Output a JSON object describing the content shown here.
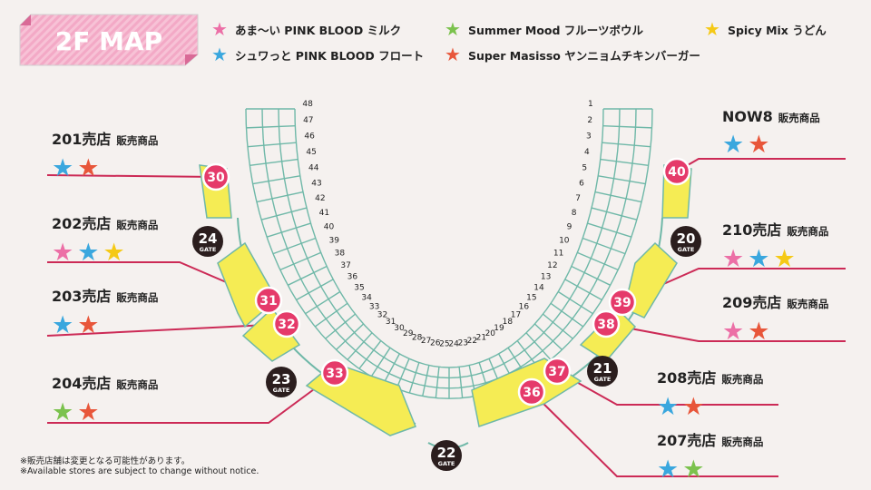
{
  "title": "2F MAP",
  "colors": {
    "pink": "#ec6fa6",
    "blue": "#3aa7de",
    "green": "#7bc24d",
    "orange": "#e8563a",
    "yellow": "#f5c916"
  },
  "legend": [
    {
      "star": "pink",
      "label": "あま〜い PINK BLOOD ミルク"
    },
    {
      "star": "blue",
      "label": "シュワっと PINK BLOOD フロート"
    },
    {
      "star": "green",
      "label": "Summer Mood フルーツボウル"
    },
    {
      "star": "orange",
      "label": "Super Masisso ヤンニョムチキンバーガー"
    },
    {
      "star": "yellow",
      "label": "Spicy Mix うどん"
    }
  ],
  "shops": [
    {
      "name": "201売店",
      "sub": "販売商品",
      "stars": [
        "blue",
        "orange"
      ],
      "booth": "30"
    },
    {
      "name": "202売店",
      "sub": "販売商品",
      "stars": [
        "pink",
        "blue",
        "yellow"
      ],
      "booth": "31"
    },
    {
      "name": "203売店",
      "sub": "販売商品",
      "stars": [
        "blue",
        "orange"
      ],
      "booth": "32"
    },
    {
      "name": "204売店",
      "sub": "販売商品",
      "stars": [
        "green",
        "orange"
      ],
      "booth": "33"
    },
    {
      "name": "NOW8",
      "sub": "販売商品",
      "stars": [
        "blue",
        "orange"
      ],
      "booth": "40"
    },
    {
      "name": "210売店",
      "sub": "販売商品",
      "stars": [
        "pink",
        "blue",
        "yellow"
      ],
      "booth": "39"
    },
    {
      "name": "209売店",
      "sub": "販売商品",
      "stars": [
        "pink",
        "orange"
      ],
      "booth": "38"
    },
    {
      "name": "208売店",
      "sub": "販売商品",
      "stars": [
        "blue",
        "orange"
      ],
      "booth": "37"
    },
    {
      "name": "207売店",
      "sub": "販売商品",
      "stars": [
        "blue",
        "green"
      ],
      "booth": "36"
    }
  ],
  "gates": [
    {
      "number": "24",
      "label": "GATE"
    },
    {
      "number": "20",
      "label": "GATE"
    },
    {
      "number": "23",
      "label": "GATE"
    },
    {
      "number": "21",
      "label": "GATE"
    },
    {
      "number": "22",
      "label": "GATE"
    }
  ],
  "booths": [
    "30",
    "31",
    "32",
    "33",
    "40",
    "39",
    "38",
    "37",
    "36"
  ],
  "sections": [
    "1",
    "2",
    "3",
    "4",
    "5",
    "6",
    "7",
    "8",
    "9",
    "10",
    "11",
    "12",
    "13",
    "14",
    "15",
    "16",
    "17",
    "18",
    "19",
    "20",
    "21",
    "22",
    "23",
    "24",
    "25",
    "26",
    "27",
    "28",
    "29",
    "30",
    "31",
    "32",
    "33",
    "34",
    "35",
    "36",
    "37",
    "38",
    "39",
    "40",
    "41",
    "42",
    "43",
    "44",
    "45",
    "46",
    "47",
    "48"
  ],
  "notes": [
    "※販売店舗は変更となる可能性があります。",
    "※Available stores are subject to change without notice."
  ]
}
